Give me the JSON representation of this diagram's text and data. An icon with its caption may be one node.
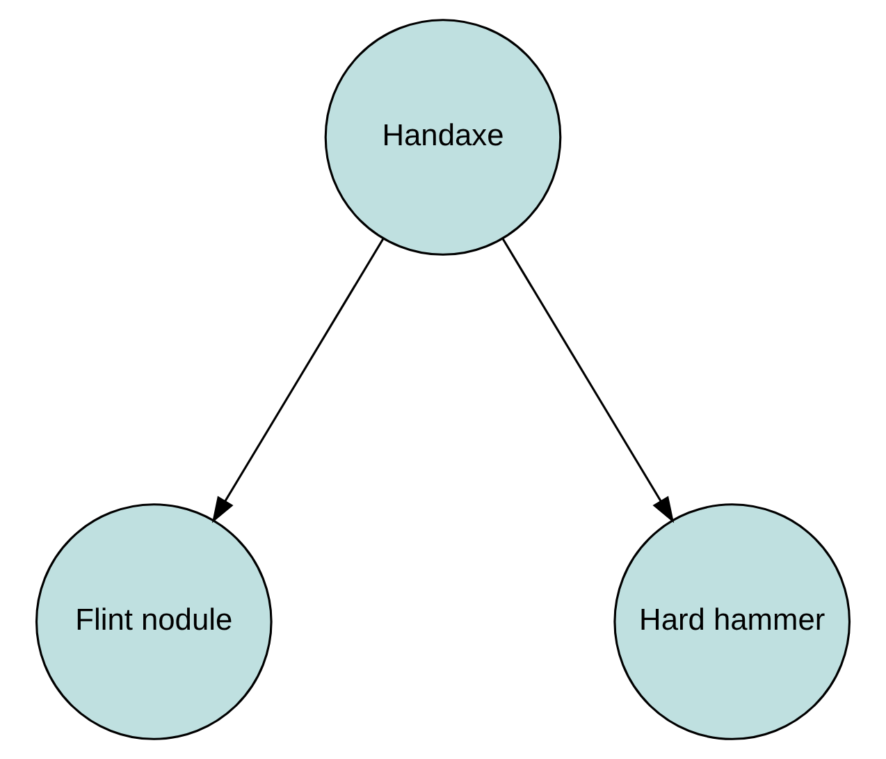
{
  "diagram": {
    "nodes": [
      {
        "text": [
          "Handaxe"
        ]
      },
      {
        "text": [
          "Flint nodule"
        ]
      },
      {
        "text": [
          "Hard hammer"
        ]
      }
    ],
    "edges": [
      {
        "from": 0,
        "to": 1,
        "arrow": "to"
      },
      {
        "from": 0,
        "to": 2,
        "arrow": "to"
      }
    ]
  }
}
